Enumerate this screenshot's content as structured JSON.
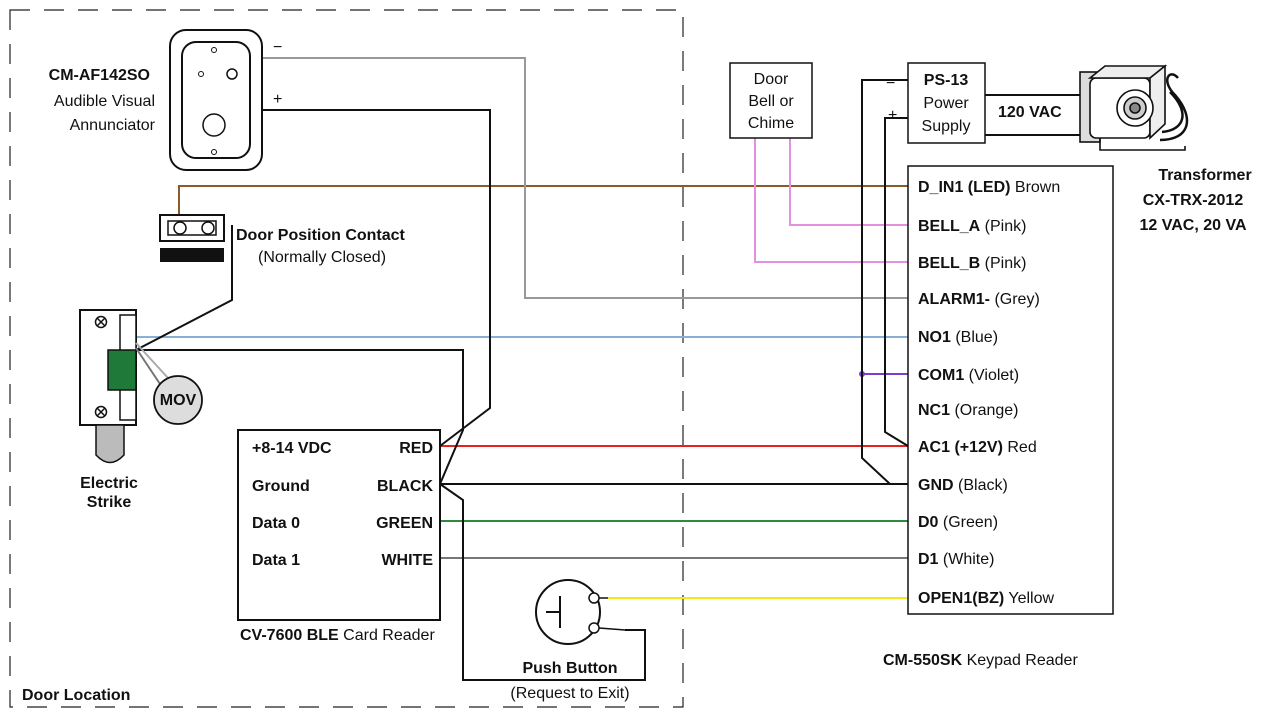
{
  "door_location": "Door Location",
  "annunciator": {
    "model": "CM-AF142SO",
    "line2": "Audible Visual",
    "line3": "Annunciator",
    "minus": "−",
    "plus": "+"
  },
  "door_position": {
    "title": "Door Position Contact",
    "subtitle": "(Normally Closed)"
  },
  "electric_strike": {
    "line1": "Electric",
    "line2": "Strike",
    "mov": "MOV"
  },
  "card_reader": {
    "caption_bold": "CV-7600 BLE",
    "caption_rest": " Card Reader",
    "rows": [
      {
        "left": "+8-14 VDC",
        "right": "RED"
      },
      {
        "left": "Ground",
        "right": "BLACK"
      },
      {
        "left": "Data 0",
        "right": "GREEN"
      },
      {
        "left": "Data 1",
        "right": "WHITE"
      }
    ]
  },
  "push_button": {
    "title": "Push Button",
    "subtitle": "(Request to Exit)"
  },
  "door_bell": {
    "line1": "Door",
    "line2": "Bell or",
    "line3": "Chime"
  },
  "power_supply": {
    "line1": "PS-13",
    "line2": "Power",
    "line3": "Supply",
    "minus": "−",
    "plus": "+",
    "vac": "120 VAC"
  },
  "transformer": {
    "line1": "Transformer",
    "line2": "CX-TRX-2012",
    "line3": "12 VAC, 20 VA"
  },
  "keypad": {
    "caption_bold": "CM-550SK",
    "caption_rest": " Keypad Reader",
    "terminals": [
      {
        "bold": "D_IN1 (LED)",
        "rest": " Brown"
      },
      {
        "bold": "BELL_A",
        "rest": " (Pink)"
      },
      {
        "bold": "BELL_B",
        "rest": " (Pink)"
      },
      {
        "bold": "ALARM1-",
        "rest": " (Grey)"
      },
      {
        "bold": "NO1",
        "rest": " (Blue)"
      },
      {
        "bold": "COM1",
        "rest": " (Violet)"
      },
      {
        "bold": "NC1",
        "rest": " (Orange)"
      },
      {
        "bold": "AC1 (+12V)",
        "rest": " Red"
      },
      {
        "bold": "GND",
        "rest": " (Black)"
      },
      {
        "bold": "D0",
        "rest": " (Green)"
      },
      {
        "bold": "D1",
        "rest": " (White)"
      },
      {
        "bold": "OPEN1(BZ)",
        "rest": " Yellow"
      }
    ]
  },
  "wire_colors": {
    "brown": "#8B5A2B",
    "pink": "#E58FE0",
    "grey": "#999999",
    "blue": "#8AAFD6",
    "violet": "#7B3FD0",
    "red": "#E8201E",
    "black": "#111111",
    "green": "#2E8B3E",
    "white": "#777777",
    "yellow": "#F2EA1A",
    "strike_green": "#1F7A3A"
  }
}
